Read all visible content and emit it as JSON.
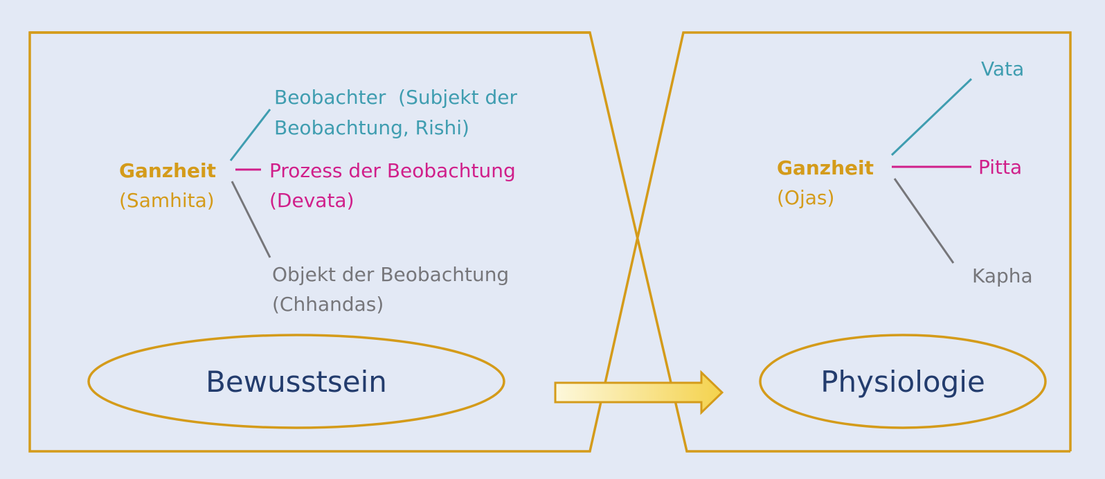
{
  "colors": {
    "background": "#e3e9f5",
    "frame": "#d49b1a",
    "whole": "#d49b1a",
    "observer": "#3f9db0",
    "process": "#d01f8a",
    "object": "#76767a",
    "ellipse_label": "#233c6d",
    "arrow_fill_start": "#fdf8dc",
    "arrow_fill_end": "#f4d24c"
  },
  "left_panel": {
    "whole_title": "Ganzheit",
    "whole_subtitle": "(Samhita)",
    "observer_line1": "Beobachter  (Subjekt der",
    "observer_line2": "Beobachtung, Rishi)",
    "process_line1": "Prozess der Beobachtung",
    "process_line2": "(Devata)",
    "object_line1": "Objekt der Beobachtung",
    "object_line2": "(Chhandas)",
    "ellipse_label": "Bewusstsein"
  },
  "right_panel": {
    "whole_title": "Ganzheit",
    "whole_subtitle": "(Ojas)",
    "vata": "Vata",
    "pitta": "Pitta",
    "kapha": "Kapha",
    "ellipse_label": "Physiologie"
  },
  "arrow": {
    "icon": "right-arrow-icon"
  }
}
